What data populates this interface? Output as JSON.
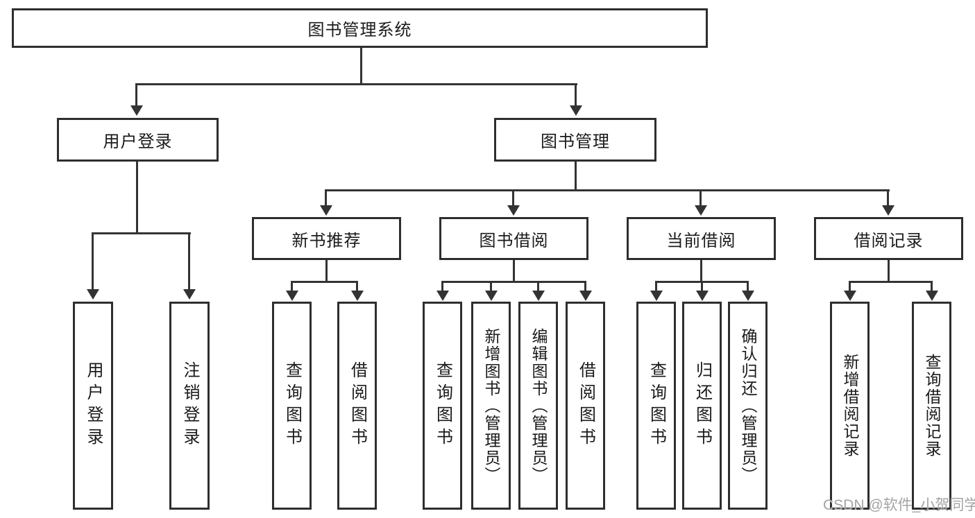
{
  "tree": {
    "root": "图书管理系统",
    "branches": [
      {
        "label": "用户登录",
        "children": [
          "用户登录",
          "注销登录"
        ]
      },
      {
        "label": "图书管理",
        "groups": [
          {
            "label": "新书推荐",
            "children": [
              "查询图书",
              "借阅图书"
            ]
          },
          {
            "label": "图书借阅",
            "children": [
              "查询图书",
              "新增图书（管理员）",
              "编辑图书（管理员）",
              "借阅图书"
            ]
          },
          {
            "label": "当前借阅",
            "children": [
              "查询图书",
              "归还图书",
              "确认归还（管理员）"
            ]
          },
          {
            "label": "借阅记录",
            "children": [
              "新增借阅记录",
              "查询借阅记录"
            ]
          }
        ]
      }
    ]
  },
  "watermark": "CSDN @软件_小贺同学",
  "colors": {
    "line": "#333333",
    "box_border": "#2e2e2e",
    "text": "#1a1a1a",
    "watermark": "#a3a3a3"
  }
}
